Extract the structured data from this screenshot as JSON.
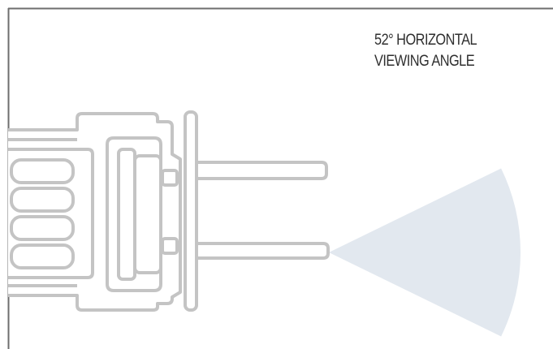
{
  "caption": {
    "line1": "52° HORIZONTAL",
    "line2": "VIEWING ANGLE"
  },
  "viewing_angle_degrees": 52,
  "colors": {
    "frame": "#6e6e6e",
    "forklift_stroke": "#c4c4c4",
    "forklift_fill": "#ffffff",
    "cone_fill": "#e2e8ef",
    "caption_text": "#2f2f2f"
  }
}
